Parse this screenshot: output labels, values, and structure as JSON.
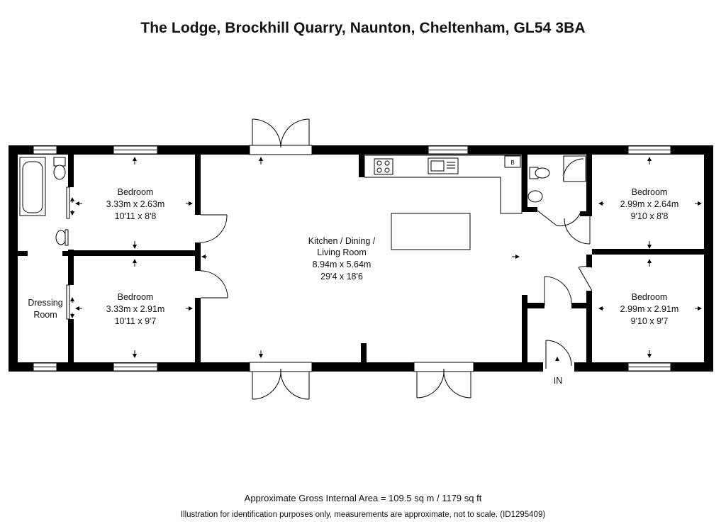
{
  "title": "The Lodge, Brockhill Quarry, Naunton, Cheltenham, GL54 3BA",
  "rooms": {
    "bedroom_top_left": {
      "name": "Bedroom",
      "metric": "3.33m x 2.63m",
      "imperial": "10'11 x 8'8"
    },
    "bedroom_bottom_left": {
      "name": "Bedroom",
      "metric": "3.33m x 2.91m",
      "imperial": "10'11 x 9'7"
    },
    "dressing_room": {
      "line1": "Dressing",
      "line2": "Room"
    },
    "kitchen": {
      "line1": "Kitchen / Dining /",
      "line2": "Living Room",
      "metric": "8.94m x 5.64m",
      "imperial": "29'4 x 18'6"
    },
    "bedroom_top_right": {
      "name": "Bedroom",
      "metric": "2.99m x 2.64m",
      "imperial": "9'10 x 8'8"
    },
    "bedroom_bottom_right": {
      "name": "Bedroom",
      "metric": "2.99m x 2.91m",
      "imperial": "9'10 x 9'7"
    }
  },
  "boiler_label": "B",
  "entrance_label": "IN",
  "footer": {
    "area": "Approximate Gross Internal Area = 109.5 sq m / 1179 sq ft",
    "disclaimer": "Illustration for identification purposes only, measurements are approximate, not to scale. (ID1295409)"
  }
}
